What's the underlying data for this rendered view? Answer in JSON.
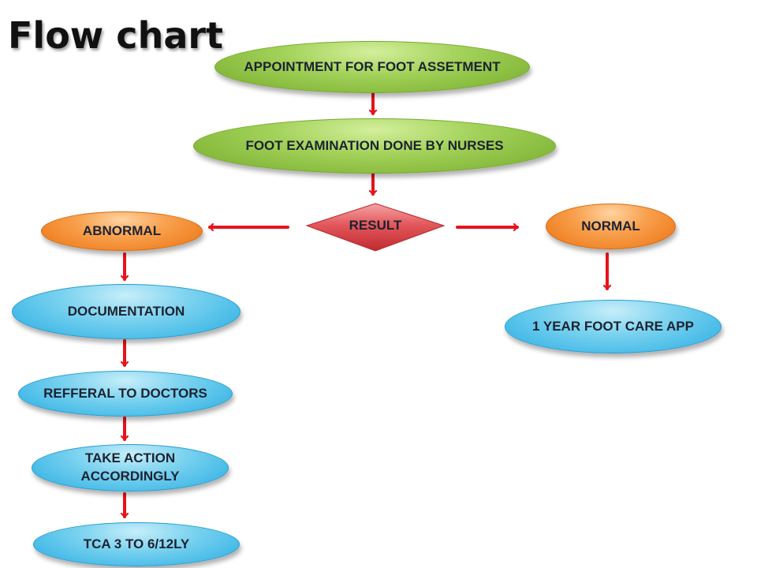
{
  "title": "Flow chart",
  "nodes": {
    "appointment": "APPOINTMENT FOR FOOT ASSETMENT",
    "exam": "FOOT  EXAMINATION DONE BY NURSES",
    "result": "RESULT",
    "abnormal": "ABNORMAL",
    "normal": "NORMAL",
    "documentation": "DOCUMENTATION",
    "year_app": "1 YEAR FOOT CARE APP",
    "referral": "REFFERAL TO DOCTORS",
    "action": "TAKE ACTION ACCORDINGLY",
    "tca": "TCA 3 TO 6/12LY"
  },
  "colors": {
    "arrow": "#e8121b",
    "start_nodes": "#9acb4f",
    "decision": "#d9373c",
    "outcome_nodes": "#f4892a",
    "action_nodes": "#49bde9"
  }
}
